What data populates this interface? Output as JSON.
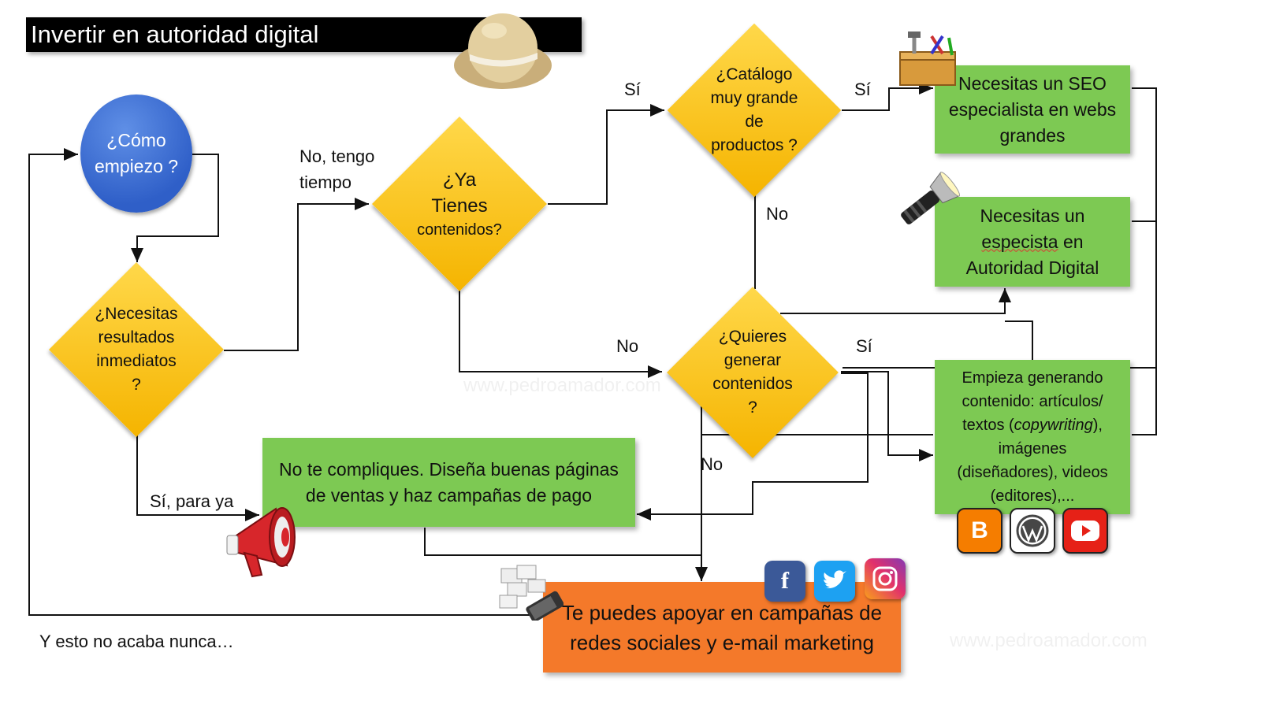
{
  "title": "Invertir en autoridad digital",
  "nodes": {
    "start": "¿Cómo empiezo ?",
    "need_results": "¿Necesitas resultados inmediatos ?",
    "have_content": "¿Ya Tienes",
    "have_content_small": "contenidos?",
    "big_catalog": "¿Catálogo muy grande de productos ?",
    "generate_content": "¿Quieres generar contenidos ?"
  },
  "boxes": {
    "seo": "Necesitas un SEO especialista en webs grandes",
    "authority_pre": "Necesitas un",
    "authority_word": "especista",
    "authority_post": "en Autoridad Digital",
    "content_l1": "Empieza generando",
    "content_l2": "contenido: artículos/",
    "content_l3a": "textos (",
    "content_l3b": "copywriting",
    "content_l3c": "),",
    "content_l4": "imágenes",
    "content_l5": "(diseñadores), videos",
    "content_l6": "(editores),...",
    "sales": "No te compliques. Diseña buenas páginas de ventas y haz campañas de pago",
    "social": "Te puedes apoyar en campañas de redes sociales y e-mail marketing"
  },
  "labels": {
    "no_time": "No, tengo tiempo",
    "yes_1": "Sí",
    "yes_2": "Sí",
    "yes_3": "Sí",
    "no_catalog": "No",
    "no_content": "No",
    "no_generate": "No",
    "yes_now": "Sí, para ya"
  },
  "footer": "Y esto no acaba nunca…",
  "social_icons": [
    "facebook-icon",
    "twitter-icon",
    "instagram-icon"
  ],
  "content_icons": [
    "blogger-icon",
    "wordpress-icon",
    "youtube-icon"
  ],
  "social_glyphs": {
    "facebook": "f",
    "blogger": "B"
  },
  "watermark": "www.pedroamador.com",
  "colors": {
    "diamond": "#f5b400",
    "green": "#7dc953",
    "orange": "#f4792a",
    "blue": "#2f5fc8"
  }
}
